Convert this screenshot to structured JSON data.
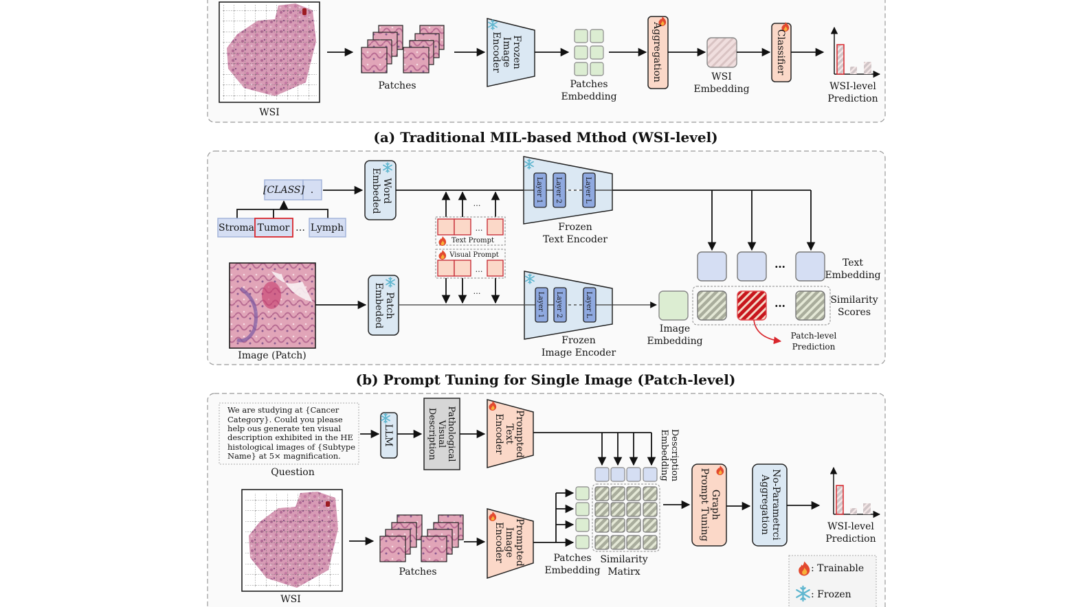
{
  "sections": {
    "a": {
      "caption": "(a) Traditional MIL-based Mthod (WSI-level)",
      "wsi_label": "WSI",
      "patches_label": "Patches",
      "encoder_lines": [
        "Frozen",
        "Image",
        "Encoder"
      ],
      "patches_embedding_lines": [
        "Patches",
        "Embedding"
      ],
      "aggregation_label": "Aggregation",
      "wsi_embedding_lines": [
        "WSI",
        "Embedding"
      ],
      "classifier_label": "Classifier",
      "prediction_lines": [
        "WSI-level",
        "Prediction"
      ]
    },
    "b": {
      "caption": "(b) Prompt Tuning for Single Image (Patch-level)",
      "class_token": "[CLASS]",
      "period_token": ".",
      "classes": [
        "Stroma",
        "Tumor",
        "Lymph"
      ],
      "ellipsis": "…",
      "word_embed_lines": [
        "Word",
        "Embeded"
      ],
      "patch_embed_lines": [
        "Patch",
        "Embeded"
      ],
      "text_prompt_label": "Text Prompt",
      "visual_prompt_label": "Visual Prompt",
      "layers": [
        "Layer 1",
        "Layer 2",
        "Layer L"
      ],
      "text_encoder_lines": [
        "Frozen",
        "Text Encoder"
      ],
      "image_encoder_lines": [
        "Frozen",
        "Image Encoder"
      ],
      "image_label": "Image (Patch)",
      "text_embedding_lines": [
        "Text",
        "Embedding"
      ],
      "similarity_lines": [
        "Similarity",
        "Scores"
      ],
      "image_embedding_lines": [
        "Image",
        "Embedding"
      ],
      "patch_prediction_lines": [
        "Patch-level",
        "Prediction"
      ]
    },
    "c": {
      "question_lines": [
        "We are studying at {Cancer",
        "Category}. Could you please",
        "help ous generate ten visual",
        "description exhibited in the HE",
        "histological images of {Subtype",
        "Name} at 5× magnification."
      ],
      "question_label": "Question",
      "llm_label": "LLM",
      "pathological_lines": [
        "Pathological",
        "Visual",
        "Description"
      ],
      "prompted_text_encoder_lines": [
        "Prompted",
        "Text",
        "Encoder"
      ],
      "prompted_image_encoder_lines": [
        "Prompted",
        "Image",
        "Encoder"
      ],
      "description_embedding_lines": [
        "Description",
        "Embedding"
      ],
      "graph_prompt_lines": [
        "Graph",
        "Prompt Tuning"
      ],
      "aggregation_lines": [
        "No-Parametrci",
        "Aggregation"
      ],
      "prediction_lines": [
        "WSI-level",
        "Prediction"
      ],
      "wsi_label": "WSI",
      "patches_label": "Patches",
      "patches_embedding_lines": [
        "Patches",
        "Embedding"
      ],
      "similarity_matrix_lines": [
        "Similarity",
        "Matirx"
      ]
    }
  },
  "legend": {
    "trainable": ": Trainable",
    "frozen": ": Frozen"
  },
  "colors": {
    "frozen_blue": "#dbe8f3",
    "trainable_peach": "#fbd8c8",
    "embed_green": "#dcedd2",
    "text_embed_blue": "#d5def3",
    "layer_blue": "#8fa9e0",
    "highlight_red": "#d9262c",
    "gray_box": "#d6d6d6"
  }
}
